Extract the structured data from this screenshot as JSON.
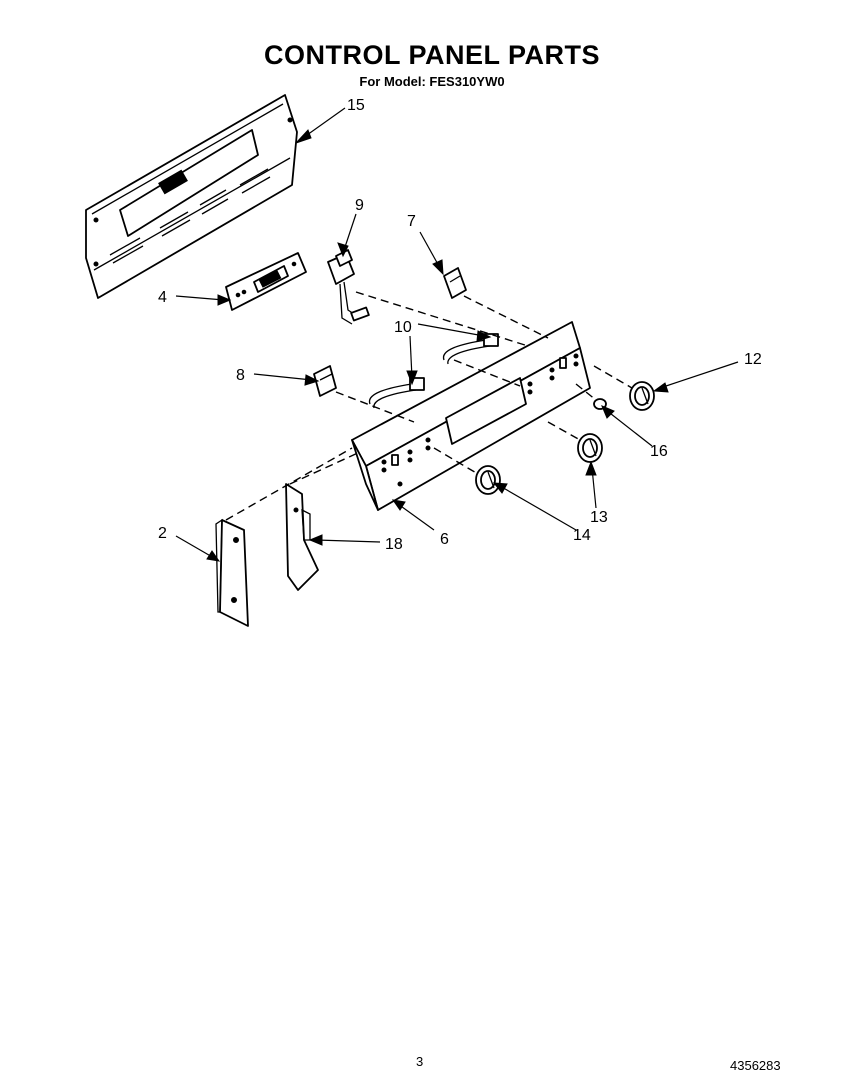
{
  "header": {
    "title": "CONTROL PANEL PARTS",
    "subtitle": "For Model: FES310YW0"
  },
  "footer": {
    "page_number": "3",
    "document_number": "4356283"
  },
  "callouts": [
    {
      "id": "15",
      "part": "rear-panel-backguard"
    },
    {
      "id": "9",
      "part": "switch"
    },
    {
      "id": "7",
      "part": "switch"
    },
    {
      "id": "4",
      "part": "clock-timer-module"
    },
    {
      "id": "10",
      "part": "wire-harness"
    },
    {
      "id": "8",
      "part": "switch"
    },
    {
      "id": "12",
      "part": "control-knob"
    },
    {
      "id": "16",
      "part": "indicator-light"
    },
    {
      "id": "13",
      "part": "control-knob"
    },
    {
      "id": "14",
      "part": "control-knob"
    },
    {
      "id": "6",
      "part": "control-panel"
    },
    {
      "id": "2",
      "part": "end-cap-bracket"
    },
    {
      "id": "18",
      "part": "end-cap-bracket"
    }
  ]
}
